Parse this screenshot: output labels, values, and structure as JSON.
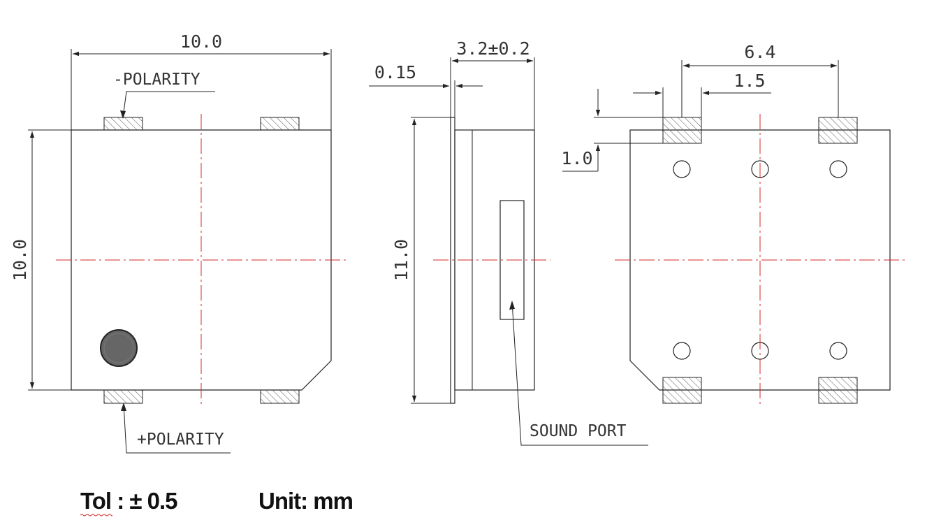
{
  "dimensions": {
    "front_width": "10.0",
    "front_height": "10.0",
    "side_offset": "0.15",
    "side_thickness": "3.2±0.2",
    "side_height": "11.0",
    "bottom_pitch": "6.4",
    "pad_width": "1.5",
    "pad_height": "1.0"
  },
  "labels": {
    "neg_polarity": "-POLARITY",
    "pos_polarity": "+POLARITY",
    "sound_port": "SOUND PORT"
  },
  "notes": {
    "tolerance": "Tol : ± 0.5",
    "unit": "Unit: mm"
  },
  "colors": {
    "outline": "#222222",
    "centerline": "#d62828",
    "hatch": "#555555",
    "marker": "#666666"
  }
}
